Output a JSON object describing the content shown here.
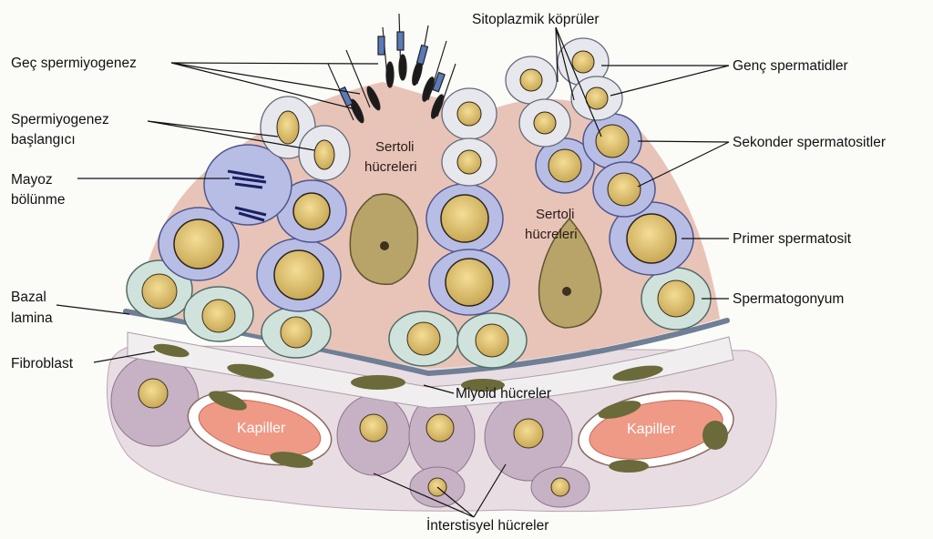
{
  "figure": {
    "labels": {
      "gec_spermiyogenez": "Geç spermiyogenez",
      "spermiyogenez_1": "Spermiyogenez",
      "spermiyogenez_2": "başlangıcı",
      "mayoz_1": "Mayoz",
      "mayoz_2": "bölünme",
      "bazal_1": "Bazal",
      "bazal_2": "lamina",
      "fibroblast": "Fibroblast",
      "sitoplazmik": "Sitoplazmik köprüler",
      "genc": "Genç spermatidler",
      "sekonder": "Sekonder spermatositler",
      "primer": "Primer spermatosit",
      "spermatogonyum": "Spermatogonyum",
      "sertoli_a1": "Sertoli",
      "sertoli_a2": "hücreleri",
      "sertoli_b1": "Sertoli",
      "sertoli_b2": "hücreleri",
      "miyoid": "Miyoid hücreler",
      "kapiller_left": "Kapiller",
      "kapiller_right": "Kapiller",
      "interstisyel": "İnterstisyel hücreler"
    },
    "colors": {
      "sertoli": "#e8c4b8",
      "spermatogonium": "#cfe3dc",
      "spermatocyte": "#b8bde6",
      "spermatid": "#e6e8ee",
      "nucleus": "#ecd07a",
      "capillary": "#ef9a86",
      "interstitial": "#c6b2c4",
      "basal_lamina": "#6f7f96"
    }
  }
}
